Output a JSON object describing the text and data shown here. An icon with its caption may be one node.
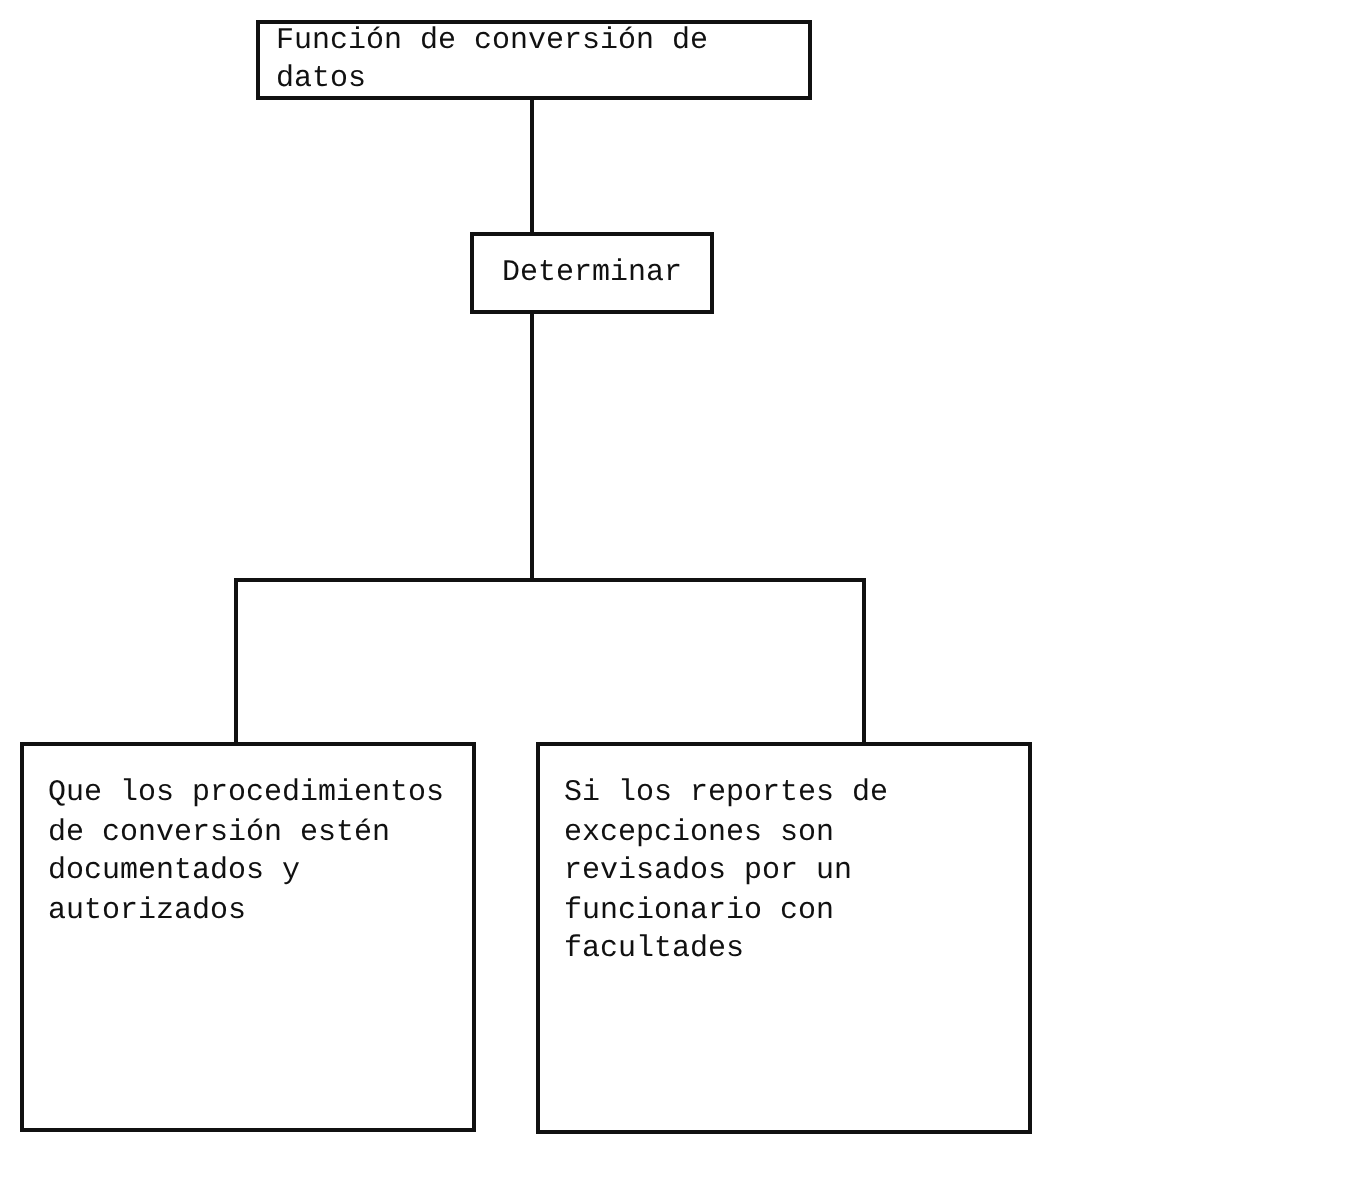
{
  "diagram": {
    "nodes": [
      {
        "text": [
          "Función de conversión de datos"
        ]
      },
      {
        "text": [
          "Determinar"
        ]
      },
      {
        "text": [
          "Que los procedimientos de conversión estén documentados y autorizados"
        ]
      },
      {
        "text": [
          "Si los reportes de excepciones son revisados por un funcionario con facultades"
        ]
      }
    ],
    "edges": [
      {
        "from": 0,
        "to": 1,
        "arrow": "none"
      },
      {
        "from": 1,
        "to": 2,
        "arrow": "none"
      },
      {
        "from": 1,
        "to": 3,
        "arrow": "none"
      }
    ]
  }
}
